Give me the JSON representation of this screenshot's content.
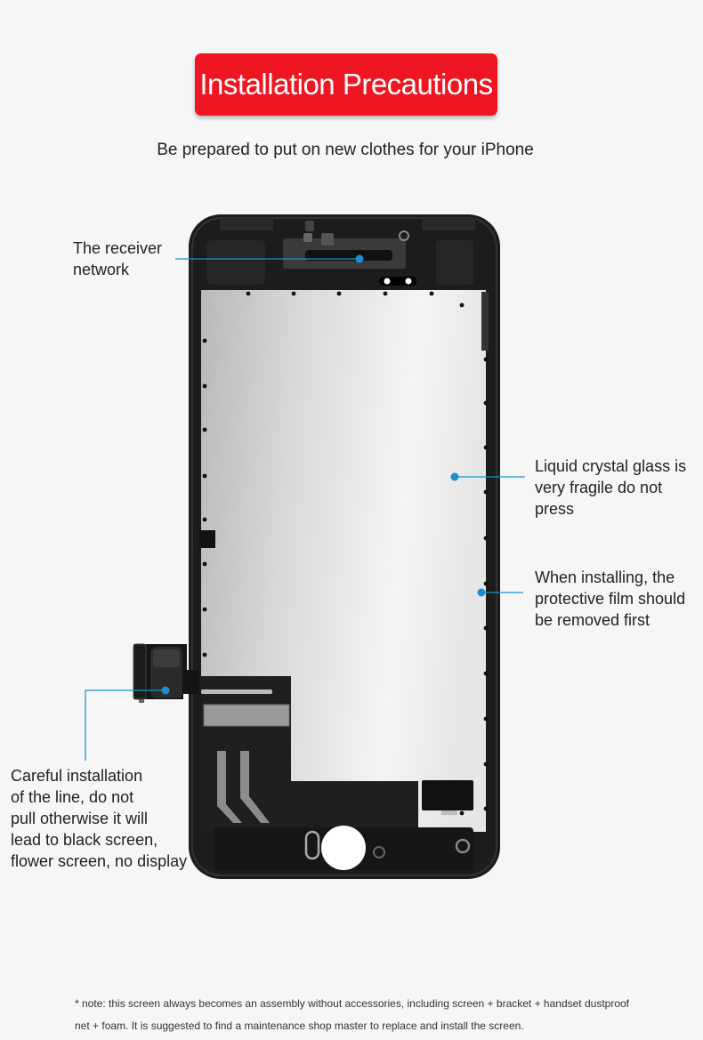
{
  "header": {
    "title": "Installation Precautions",
    "subtitle": "Be prepared to put on new clothes for your iPhone"
  },
  "callouts": {
    "receiver": [
      "The receiver",
      "network"
    ],
    "lcd": [
      "Liquid crystal glass is",
      "very fragile do not",
      "press"
    ],
    "film": [
      "When installing, the",
      "protective film should",
      "be removed first"
    ],
    "cable": [
      "Careful installation",
      "of the line, do not",
      "pull otherwise it will",
      "lead to black screen,",
      "flower screen, no display"
    ]
  },
  "note": [
    "* note: this screen always becomes an assembly without accessories, including screen + bracket + handset dustproof",
    "net + foam. It is suggested to find a maintenance shop master to replace and install the screen."
  ],
  "colors": {
    "title_red": "#ee1620",
    "callout_blue": "#1a8fd0",
    "phone_frame": "#1c1c1c"
  }
}
